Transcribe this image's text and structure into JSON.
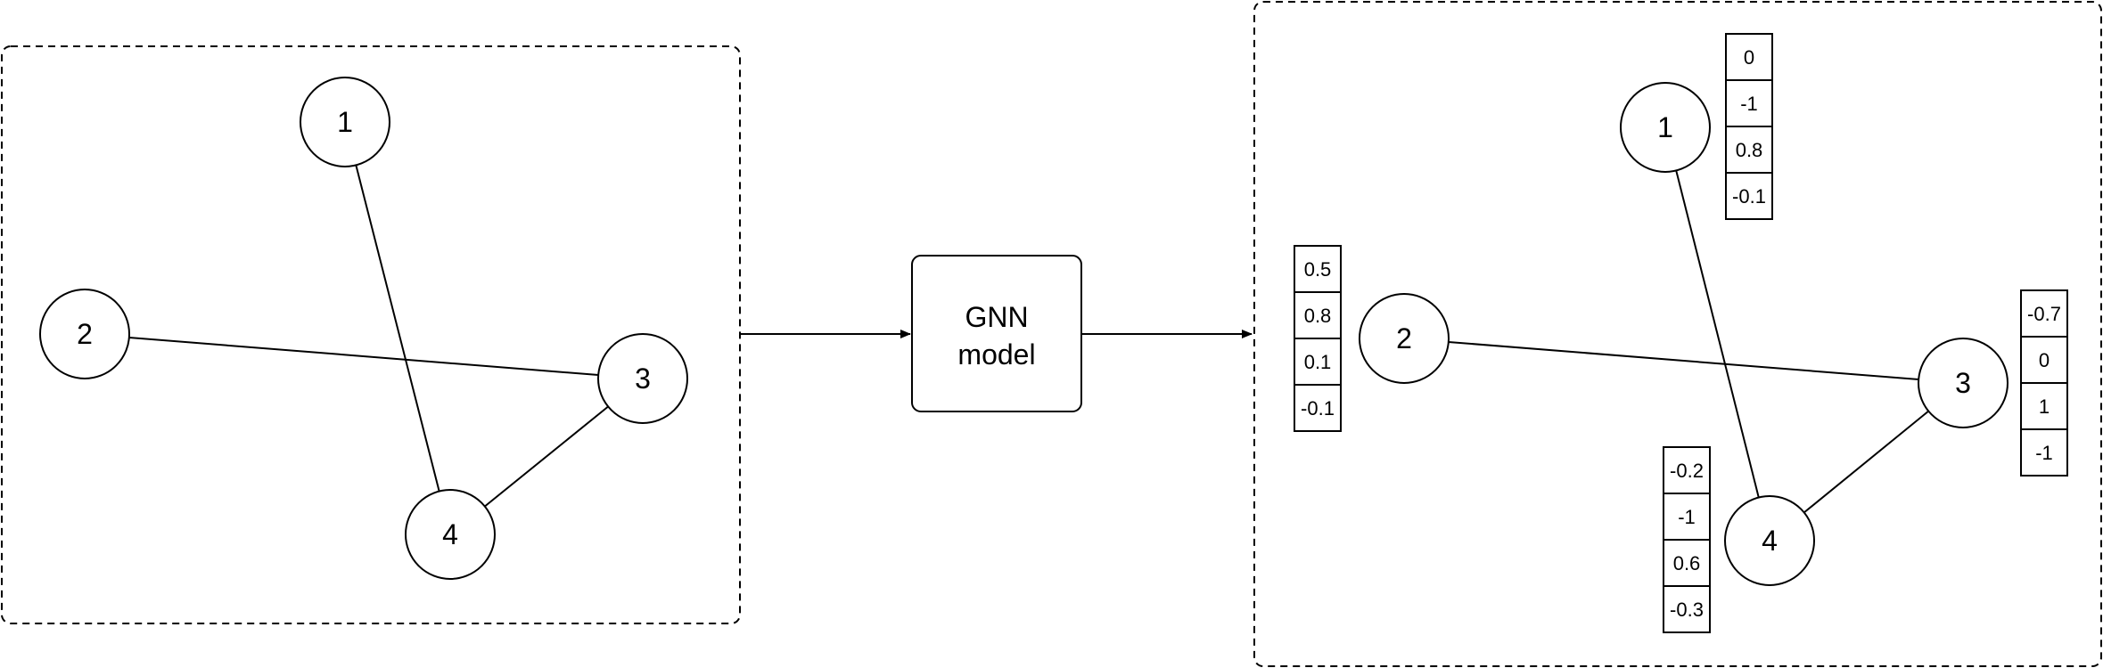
{
  "input_graph": {
    "nodes": [
      {
        "id": "1",
        "label": "1"
      },
      {
        "id": "2",
        "label": "2"
      },
      {
        "id": "3",
        "label": "3"
      },
      {
        "id": "4",
        "label": "4"
      }
    ],
    "edges": [
      [
        "1",
        "4"
      ],
      [
        "2",
        "3"
      ],
      [
        "3",
        "4"
      ]
    ]
  },
  "model": {
    "line1": "GNN",
    "line2": "model"
  },
  "output_graph": {
    "nodes": [
      {
        "id": "1",
        "label": "1",
        "embedding": [
          "0",
          "-1",
          "0.8",
          "-0.1"
        ]
      },
      {
        "id": "2",
        "label": "2",
        "embedding": [
          "0.5",
          "0.8",
          "0.1",
          "-0.1"
        ]
      },
      {
        "id": "3",
        "label": "3",
        "embedding": [
          "-0.7",
          "0",
          "1",
          "-1"
        ]
      },
      {
        "id": "4",
        "label": "4",
        "embedding": [
          "-0.2",
          "-1",
          "0.6",
          "-0.3"
        ]
      }
    ],
    "edges": [
      [
        "1",
        "4"
      ],
      [
        "2",
        "3"
      ],
      [
        "3",
        "4"
      ]
    ]
  }
}
